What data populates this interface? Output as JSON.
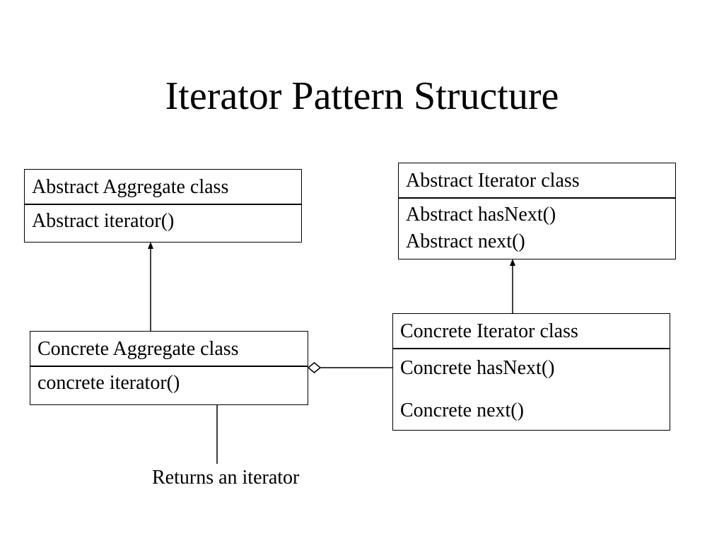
{
  "title": "Iterator Pattern Structure",
  "boxes": {
    "abstract_aggregate": {
      "name": "Abstract Aggregate class",
      "operations": [
        "Abstract iterator()"
      ]
    },
    "concrete_aggregate": {
      "name": "Concrete Aggregate class",
      "operations": [
        "concrete iterator()"
      ]
    },
    "abstract_iterator": {
      "name": "Abstract Iterator class",
      "operations": [
        "Abstract hasNext()",
        "Abstract next()"
      ]
    },
    "concrete_iterator": {
      "name": "Concrete Iterator class",
      "operations": [
        "Concrete hasNext()",
        "Concrete next()"
      ]
    }
  },
  "note": "Returns an iterator"
}
